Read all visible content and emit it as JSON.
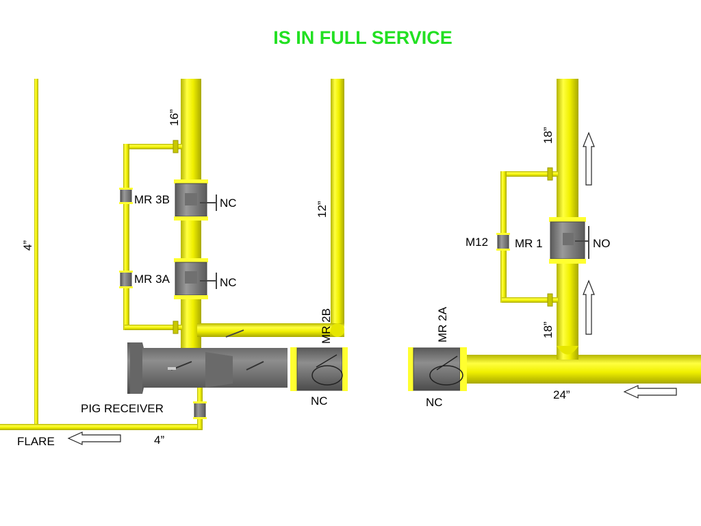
{
  "title": "IS IN FULL SERVICE",
  "colors": {
    "title": "#22e022",
    "pipe": "#f2f200",
    "pipe_edge": "#b8b800",
    "valve": "#808080",
    "valve_dark": "#555555"
  },
  "labels": {
    "size_16": "16”",
    "size_4_vertical": "4”",
    "size_12": "12”",
    "size_18_top": "18”",
    "size_18_bottom": "18”",
    "size_24": "24”",
    "size_4_bottom": "4”",
    "mr3b": "MR 3B",
    "mr3a": "MR 3A",
    "nc_mr3b": "NC",
    "nc_mr3a": "NC",
    "mr2b": "MR 2B",
    "mr2a": "MR 2A",
    "nc_mr2b": "NC",
    "nc_mr2a": "NC",
    "m12": "M12",
    "mr1": "MR 1",
    "no_mr1": "NO",
    "pig_receiver": "PIG RECEIVER",
    "flare": "FLARE"
  },
  "icons": {
    "flow_up_top": "arrow-up-icon",
    "flow_up_bottom": "arrow-up-icon",
    "flow_left_header": "arrow-left-icon",
    "flow_left_flare": "arrow-left-icon"
  }
}
